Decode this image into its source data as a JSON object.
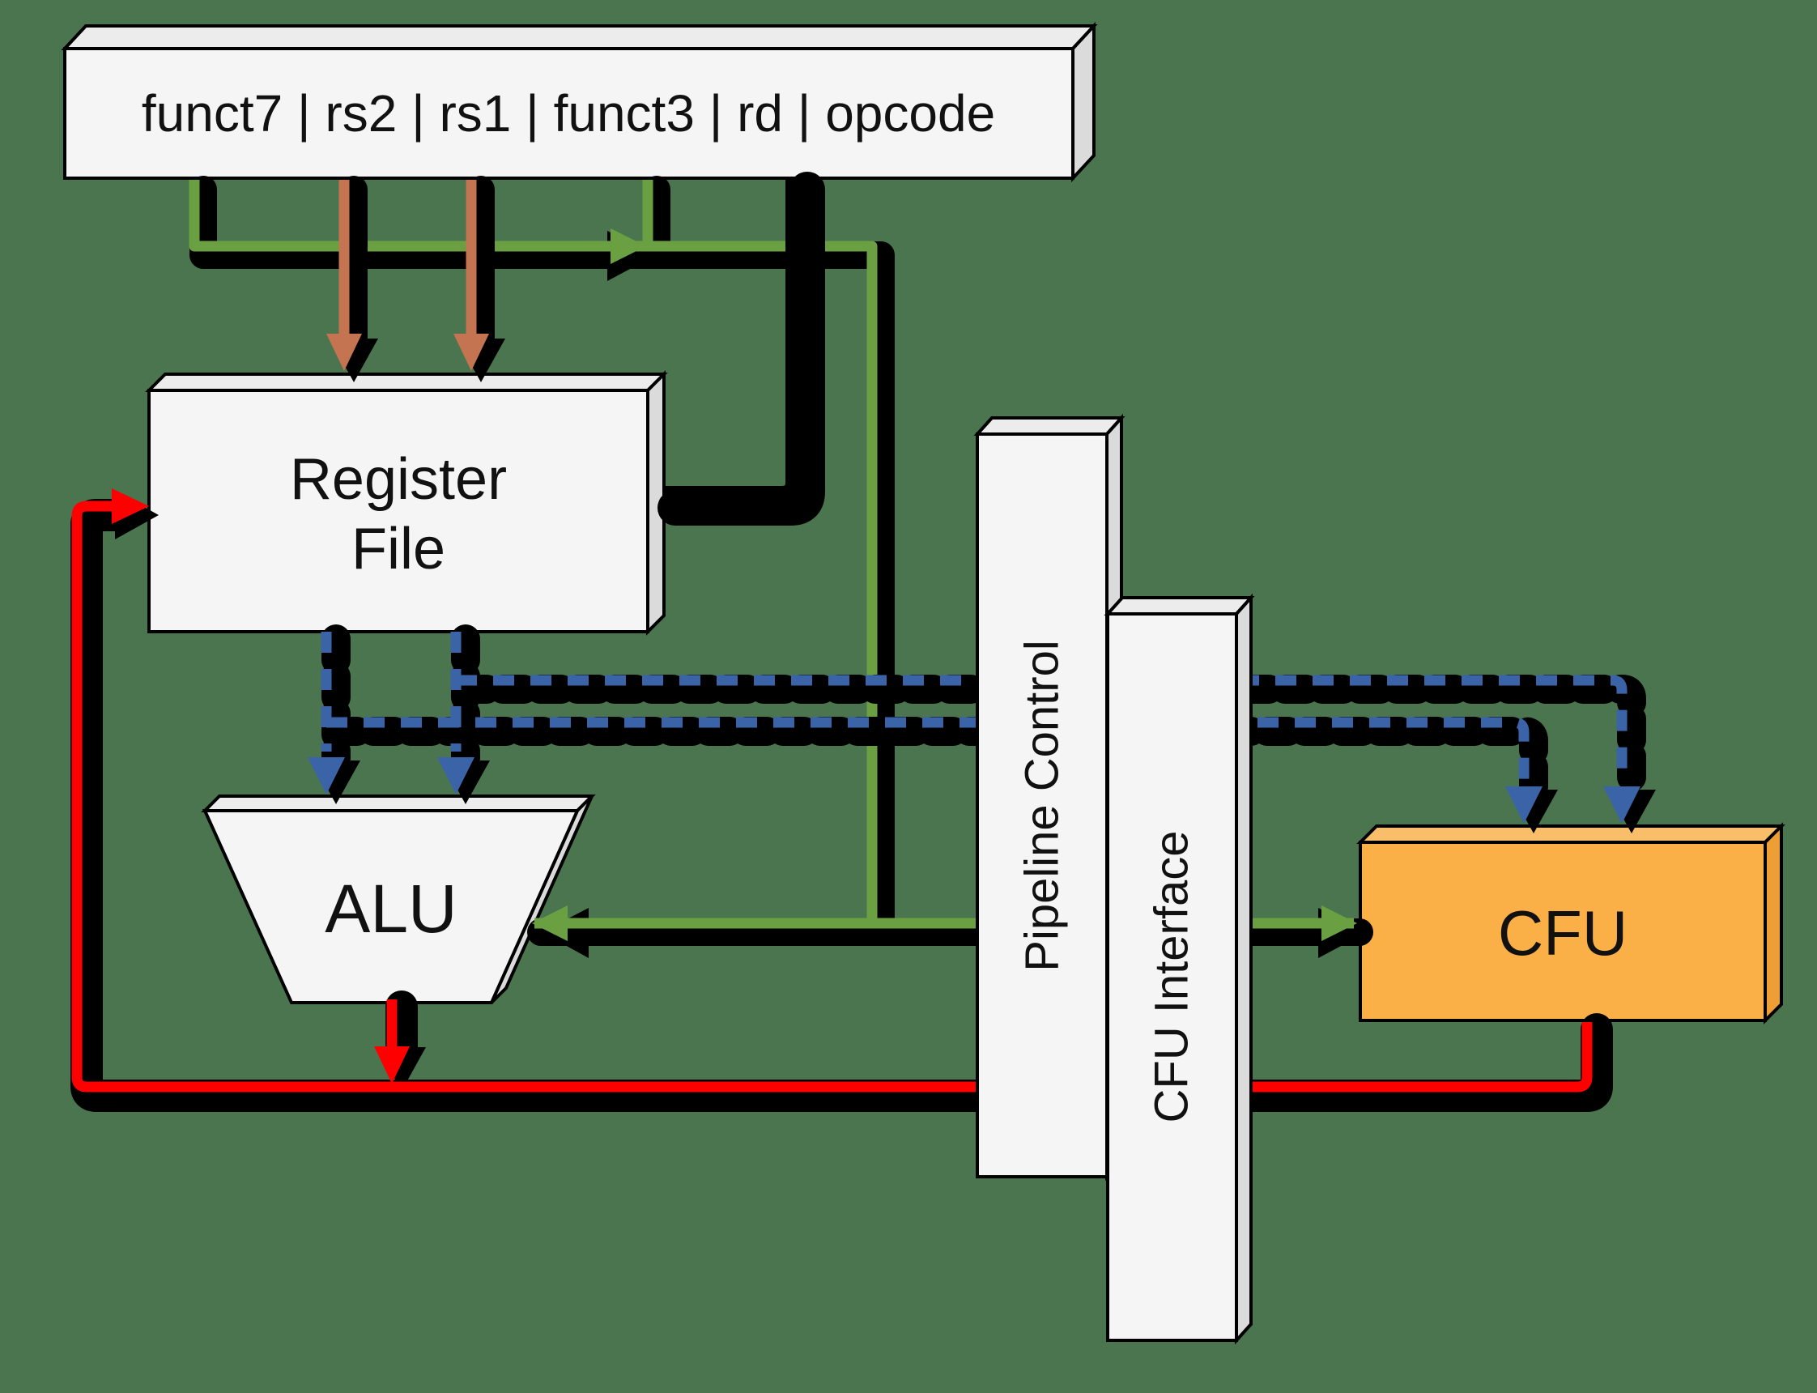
{
  "diagram": {
    "background": "#4A754F",
    "instruction_box": {
      "label": "funct7 | rs2 | rs1 | funct3 | rd | opcode"
    },
    "register_file": {
      "line1": "Register",
      "line2": "File"
    },
    "alu": {
      "label": "ALU"
    },
    "pipeline_control": {
      "label": "Pipeline Control"
    },
    "cfu_interface": {
      "label": "CFU Interface"
    },
    "cfu": {
      "label": "CFU"
    },
    "colors": {
      "box_fill": "#F5F5F5",
      "box_top": "#ECECEC",
      "box_side": "#DBDBDB",
      "cfu_fill": "#FAB047",
      "cfu_top": "#F8BE6A",
      "cfu_side": "#ED9F35",
      "instruction_wire": "#6AA042",
      "register_select_wire": "#C47450",
      "operand_bus": "#3B63A7",
      "rd_wire": "#000000",
      "result_wire": "#FF0000",
      "shadow": "#000000"
    }
  }
}
